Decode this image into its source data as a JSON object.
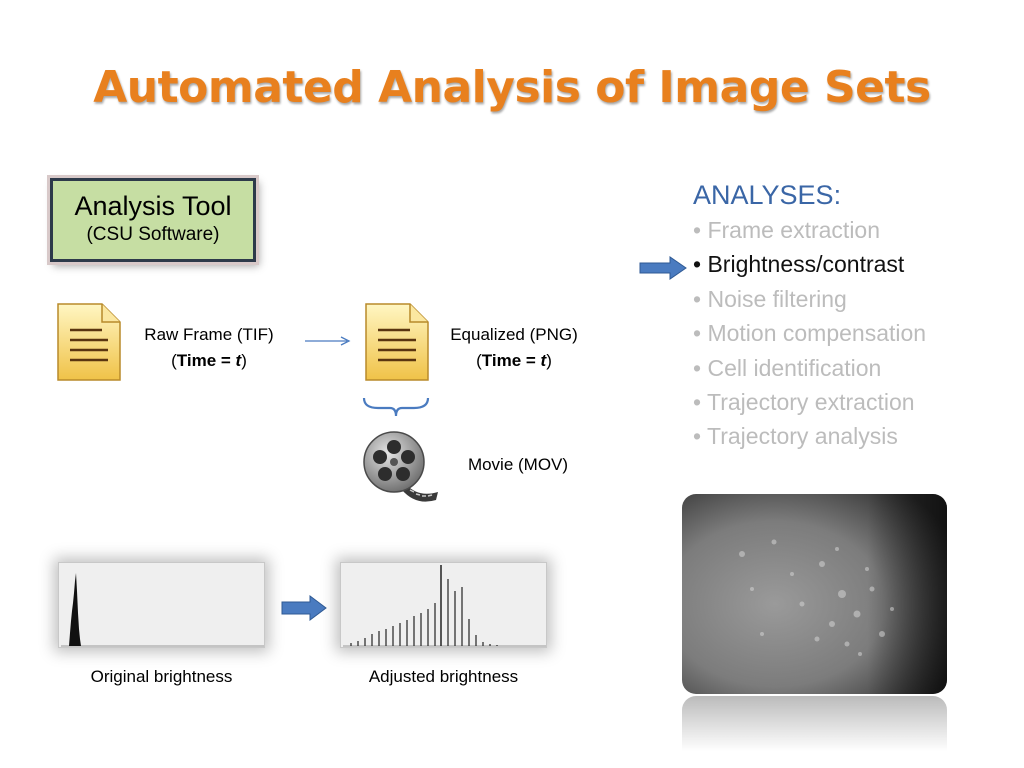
{
  "slide": {
    "title": "Automated Analysis of Image Sets",
    "tool": {
      "name": "Analysis Tool",
      "subtitle": "(CSU Software)"
    },
    "files": {
      "raw": {
        "label": "Raw Frame (TIF)",
        "time_prefix": "(",
        "time_bold": "Time = ",
        "time_var": "t",
        "time_suffix": ")"
      },
      "equalized": {
        "label": "Equalized (PNG)",
        "time_prefix": "(",
        "time_bold": "Time = ",
        "time_var": "t",
        "time_suffix": ")"
      },
      "movie": {
        "label": "Movie (MOV)"
      }
    },
    "histograms": {
      "original": {
        "caption": "Original brightness"
      },
      "adjusted": {
        "caption": "Adjusted brightness"
      }
    },
    "analyses": {
      "heading": "ANALYSES:",
      "items": [
        {
          "label": "Frame extraction",
          "active": false
        },
        {
          "label": "Brightness/contrast",
          "active": true
        },
        {
          "label": "Noise filtering",
          "active": false
        },
        {
          "label": "Motion compensation",
          "active": false
        },
        {
          "label": "Cell identification",
          "active": false
        },
        {
          "label": "Trajectory extraction",
          "active": false
        },
        {
          "label": "Trajectory analysis",
          "active": false
        }
      ]
    },
    "colors": {
      "title": "#e8801e",
      "heading": "#3a66a6",
      "inactive_item": "#bcbcbc",
      "active_item": "#111111",
      "tool_box": "#c6dea3",
      "arrow": "#4a7bc0"
    },
    "icons": {
      "document": "document-icon",
      "film_reel": "film-reel-icon",
      "brace": "brace-icon",
      "arrow": "right-arrow-icon"
    }
  }
}
